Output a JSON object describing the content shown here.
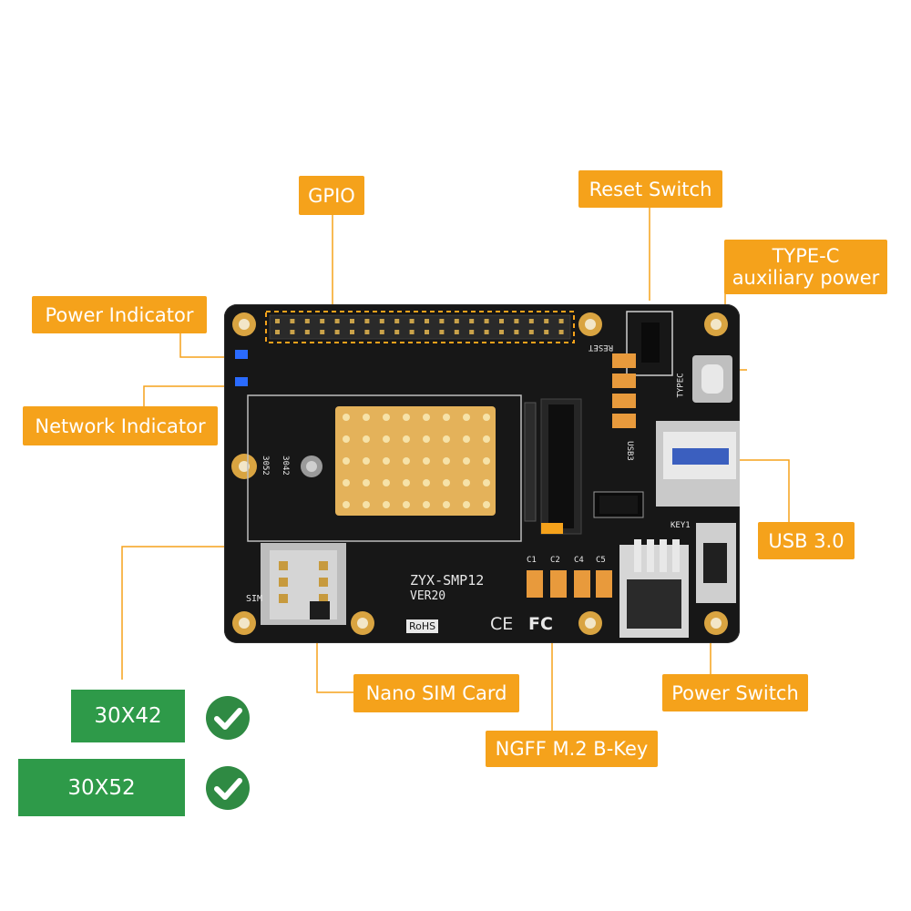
{
  "labels": {
    "gpio": "GPIO",
    "reset_switch": "Reset Switch",
    "type_c_line1": "TYPE-C",
    "type_c_line2": "auxiliary power",
    "power_indicator": "Power Indicator",
    "network_indicator": "Network Indicator",
    "usb3": "USB 3.0",
    "nano_sim": "Nano SIM Card",
    "power_switch": "Power Switch",
    "ngff": "NGFF M.2 B-Key"
  },
  "cards": [
    {
      "label": "30X42"
    },
    {
      "label": "30X52"
    }
  ],
  "board_text": {
    "model": "ZYX-SMP12",
    "version": "VER20",
    "sim": "SIM",
    "reset": "RESET",
    "key": "KEY1",
    "usb3": "USB3",
    "typec": "TYPEC",
    "rohs": "RoHS",
    "ce": "CE",
    "fc": "FC",
    "size42": "3042",
    "size52": "3052",
    "caps": [
      "C1",
      "C2",
      "C4",
      "C5"
    ]
  },
  "colors": {
    "callout": "#f5a21b",
    "board": "#171717",
    "pad": "#d9a441",
    "card_green": "#2e9a49",
    "check_green": "#2f8a43",
    "led_blue": "#2a6bff"
  }
}
